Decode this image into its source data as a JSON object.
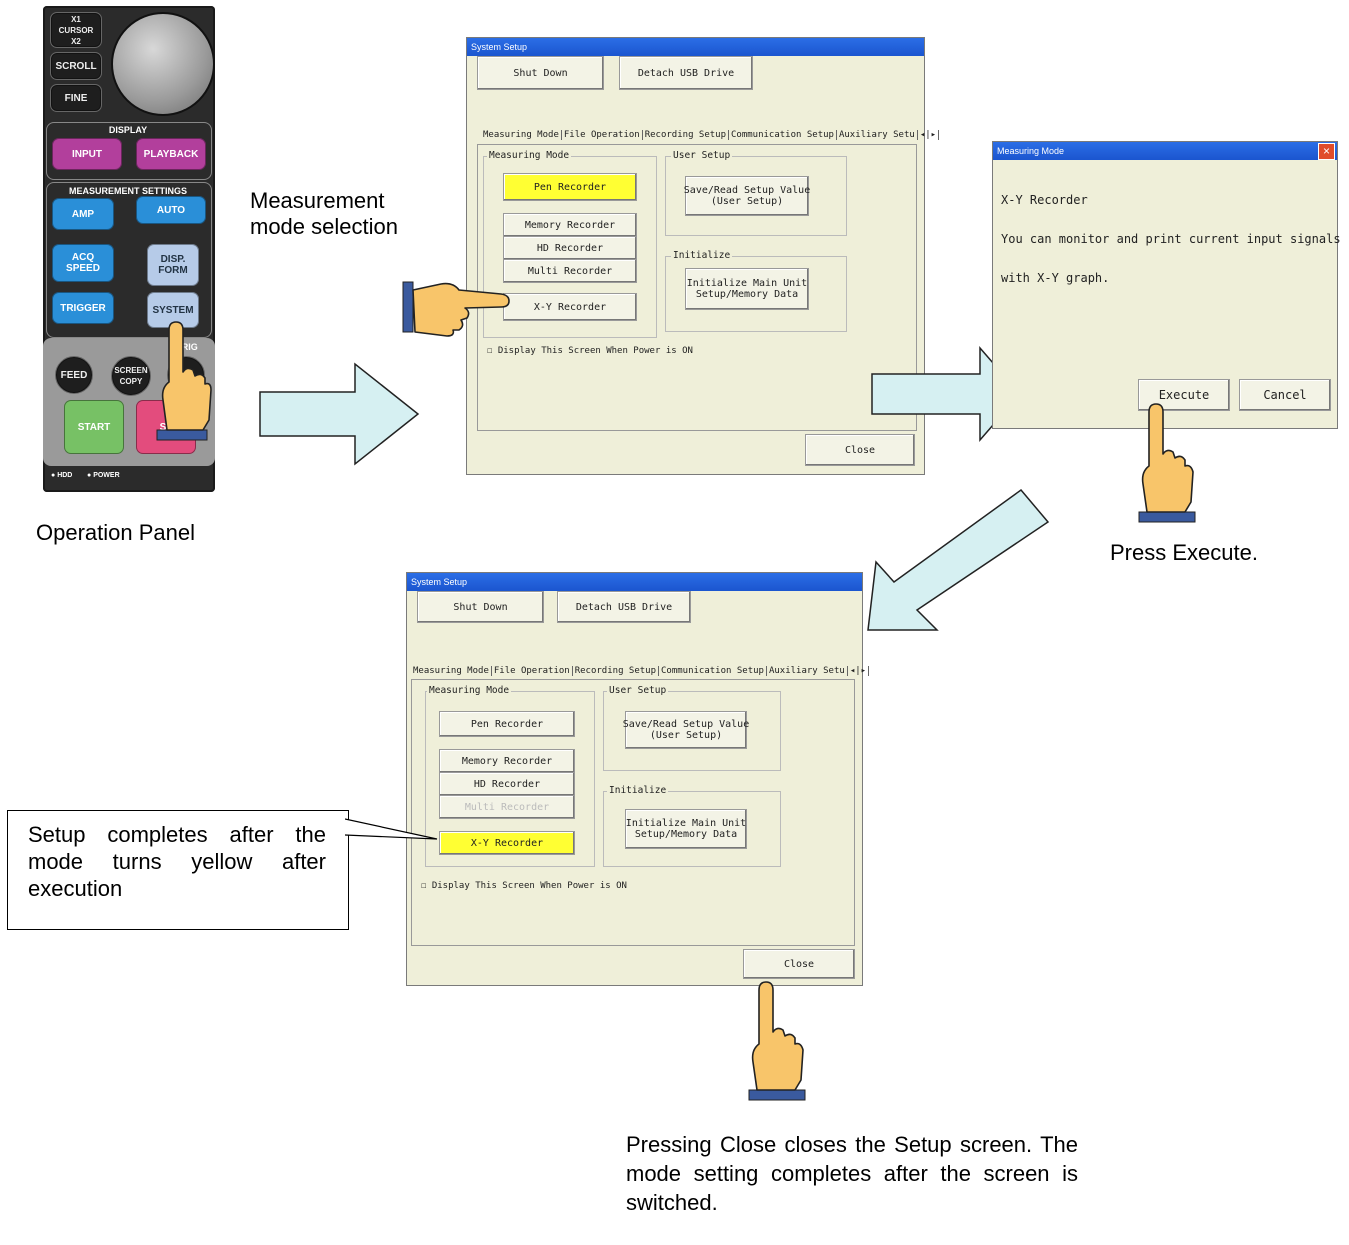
{
  "captions": {
    "operation_panel": "Operation Panel",
    "measurement_selection": "Measurement\nmode selection",
    "press_execute": "Press Execute.",
    "note": "Setup completes after the mode turns yellow after execution",
    "closing": "Pressing Close closes the Setup screen. The mode setting completes after the screen is switched."
  },
  "panel": {
    "x1": "X1",
    "cursor": "CURSOR",
    "x2": "X2",
    "scroll": "SCROLL",
    "fine": "FINE",
    "display": "DISPLAY",
    "input": "INPUT",
    "playback": "PLAYBACK",
    "measurement_settings": "MEASUREMENT SETTINGS",
    "amp": "AMP",
    "auto": "AUTO",
    "acq_speed": "ACQ\nSPEED",
    "disp_form": "DISP.\nFORM",
    "trigger": "TRIGGER",
    "system": "SYSTEM",
    "trig": "TRIG",
    "feed": "FEED",
    "screen_copy": "SCREEN\nCOPY",
    "start": "START",
    "stop": "ST",
    "hdd": "HDD",
    "power": "POWER"
  },
  "system_setup": {
    "title": "System Setup",
    "shut_down": "Shut Down",
    "detach_usb": "Detach USB Drive",
    "tabs": [
      "Measuring Mode",
      "File Operation",
      "Recording Setup",
      "Communication Setup",
      "Auxiliary Setu"
    ],
    "measuring_mode_group": "Measuring Mode",
    "pen_recorder": "Pen Recorder",
    "memory_recorder": "Memory Recorder",
    "hd_recorder": "HD Recorder",
    "multi_recorder": "Multi Recorder",
    "xy_recorder": "X-Y Recorder",
    "user_setup_group": "User Setup",
    "save_read": "Save/Read Setup Value\n(User Setup)",
    "initialize_group": "Initialize",
    "initialize_btn": "Initialize Main Unit\nSetup/Memory Data",
    "display_checkbox": "Display This Screen When Power is ON",
    "close": "Close"
  },
  "measuring_mode_dialog": {
    "title": "Measuring Mode",
    "text_line1": "X-Y Recorder",
    "text_line2": "You can monitor and print current input signals",
    "text_line3": "with X-Y graph.",
    "execute": "Execute",
    "cancel": "Cancel",
    "close_x": "×"
  },
  "colors": {
    "arrow_fill": "#d6f0f2",
    "selected_mode": "#ffff33",
    "titlebar": "#2b6ee6",
    "dialog_bg": "#efefd9",
    "hand": "#f8c56a",
    "cuff": "#3a5a9e"
  }
}
